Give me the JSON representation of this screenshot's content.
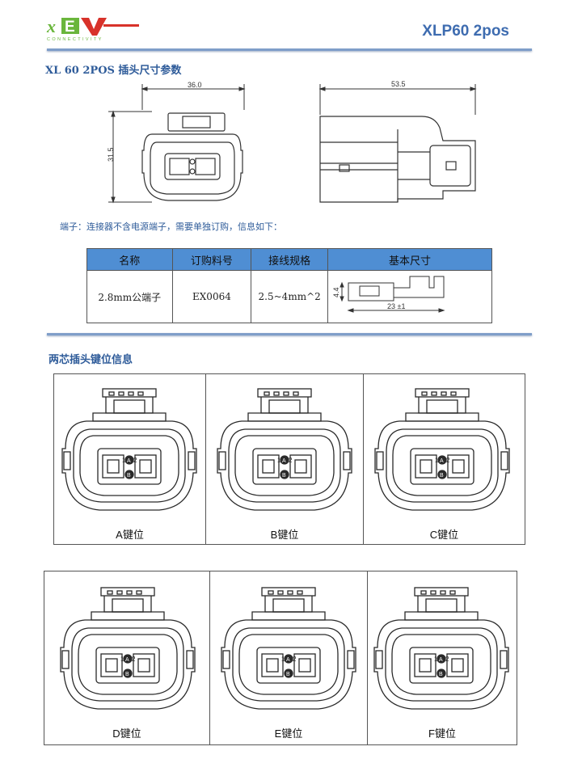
{
  "header": {
    "logo_text": "xEV",
    "logo_sub": "CONNECTIVITY",
    "title": "XLP60 2pos"
  },
  "section1": {
    "title": "XL 60 2POS 插头尺寸参数",
    "dim_width": "36.0",
    "dim_height": "31.5",
    "dim_length": "53.5"
  },
  "note": "端子：连接器不含电源端子，需要单独订购，信息如下：",
  "terminal_table": {
    "headers": [
      "名称",
      "订购料号",
      "接线规格",
      "基本尺寸"
    ],
    "row": {
      "name": "2.8mm公端子",
      "part_no": "EX0064",
      "wire_spec": "2.5~4mm^2",
      "dim_h": "4.4",
      "dim_len": "23 ±1"
    }
  },
  "section2": {
    "title": "两芯插头键位信息",
    "keys": [
      "A键位",
      "B键位",
      "C键位",
      "D键位",
      "E键位",
      "F键位"
    ],
    "pin_labels": [
      "1",
      "2",
      "A",
      "B"
    ]
  },
  "colors": {
    "accent": "#3e6cb0",
    "table_header": "#4f8ed3",
    "logo_green": "#6ab63c",
    "logo_red": "#d8322a"
  }
}
